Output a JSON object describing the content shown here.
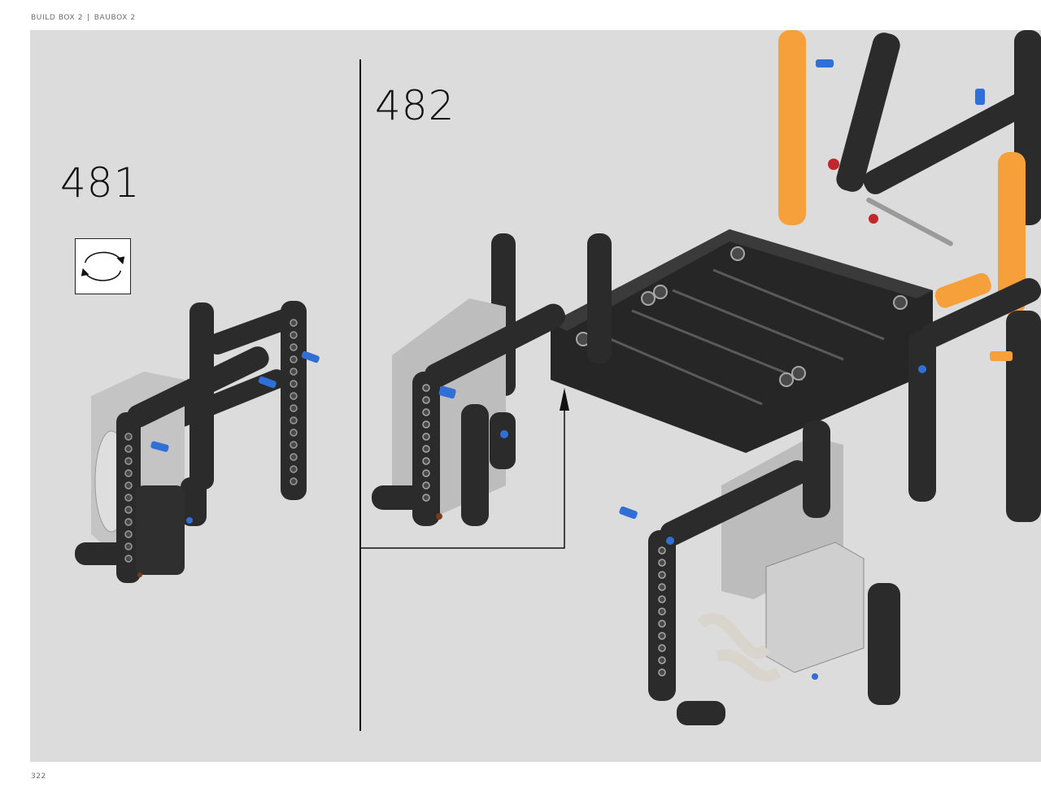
{
  "header": {
    "build_box_en": "BUILD BOX 2",
    "separator": "|",
    "build_box_de": "BAUBOX 2"
  },
  "steps": [
    {
      "number": "481"
    },
    {
      "number": "482"
    }
  ],
  "icons": {
    "rotate": "rotate-model-icon",
    "arrow": "callout-arrow-up-icon"
  },
  "colors": {
    "background": "#dcdcdc",
    "beam_black": "#2b2b2b",
    "beam_gray": "#b9b9b9",
    "pin_blue": "#2f6fd6",
    "beam_orange": "#f5a03a",
    "pin_red": "#c0262b"
  },
  "footer": {
    "page_number": "322"
  }
}
